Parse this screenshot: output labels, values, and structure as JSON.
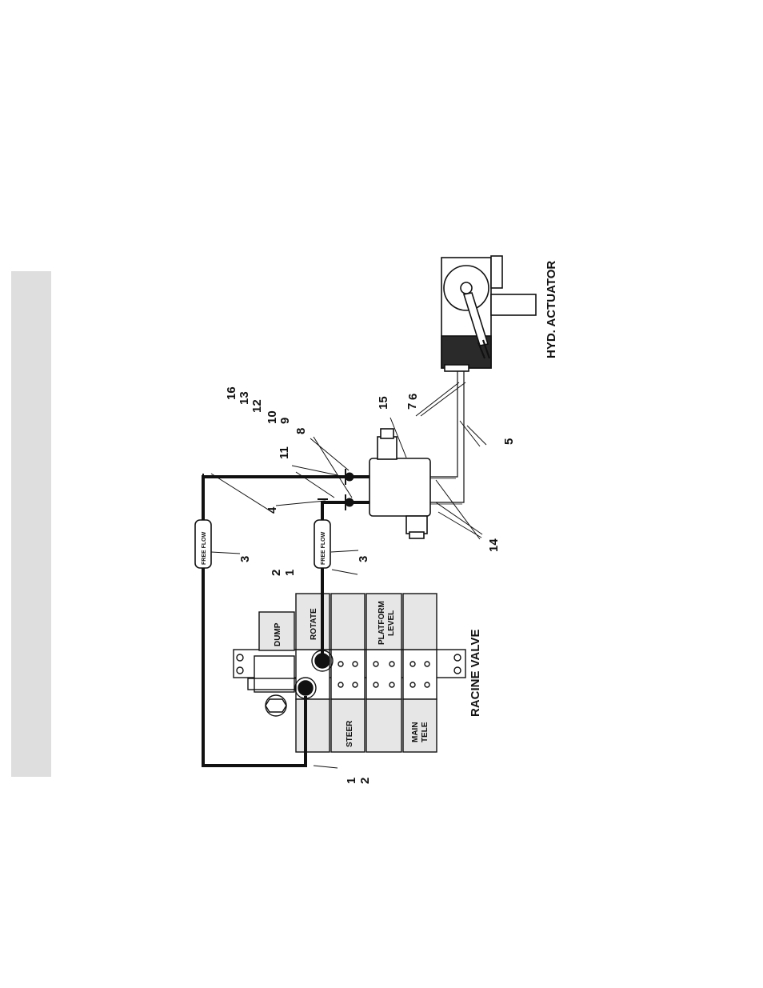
{
  "diagram": {
    "section_labels": {
      "valve_title": "RACINE VALVE",
      "actuator_title": "HYD. ACTUATOR"
    },
    "valve_sections": {
      "dump": "DUMP",
      "rotate": "ROTATE",
      "platform_level_line1": "PLATFORM",
      "platform_level_line2": "LEVEL",
      "steer": "STEER",
      "main_tele_line1": "MAIN",
      "main_tele_line2": "TELE"
    },
    "flow_controls": {
      "upper_label": "FREE FLOW",
      "lower_label": "FREE FLOW"
    },
    "callouts": {
      "c1": "1",
      "c2": "2",
      "c1b": "1",
      "c2b": "2",
      "c3a": "3",
      "c3b": "3",
      "c4": "4",
      "c5": "5",
      "c6": "6",
      "c7": "7",
      "c8": "8",
      "c9": "9",
      "c10": "10",
      "c11": "11",
      "c12": "12",
      "c13": "13",
      "c14": "14",
      "c15": "15",
      "c16": "16"
    },
    "colors": {
      "line": "#111111",
      "sidebar": "#dedede",
      "valve_tab": "#e6e6e6"
    }
  }
}
